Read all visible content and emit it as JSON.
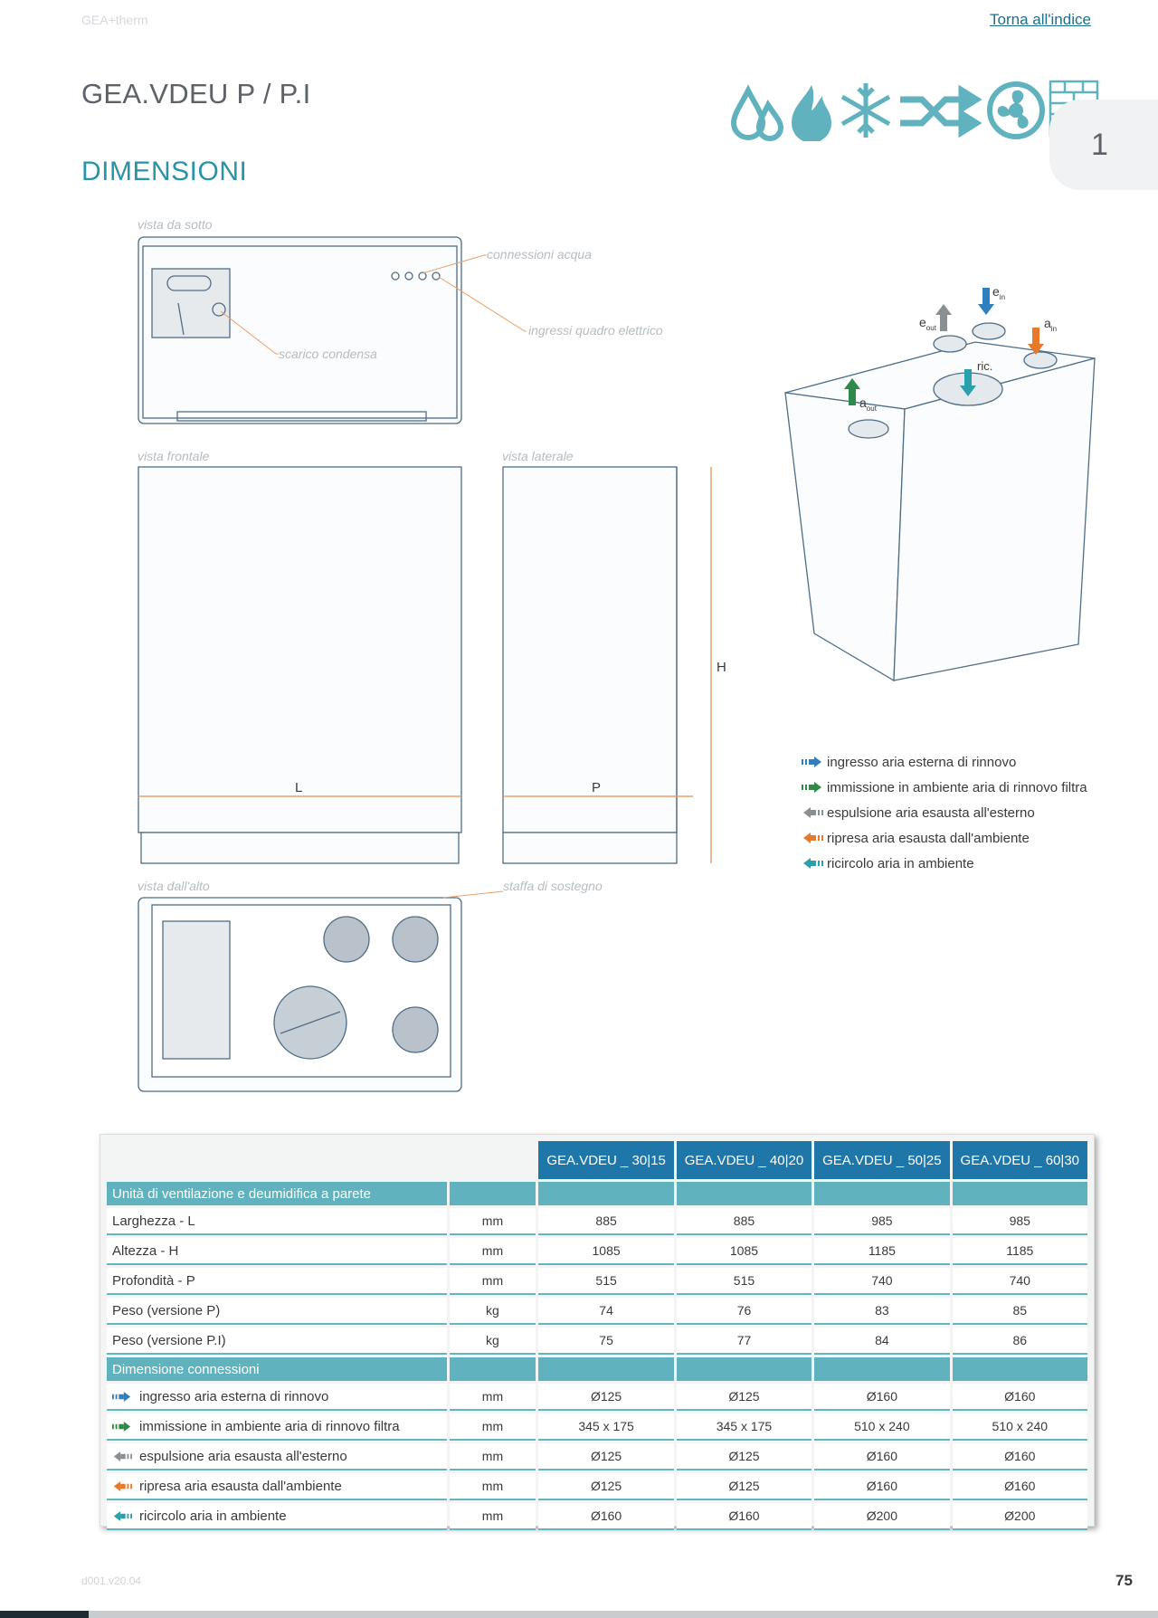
{
  "header": {
    "brand": "GEA+therm",
    "index_link": "Torna all'indice",
    "model_title": "GEA.VDEU P / P.I",
    "section_title": "DIMENSIONI",
    "chapter_number": "1"
  },
  "icons": [
    "water-drops-icon",
    "flame-icon",
    "snowflake-icon",
    "shuffle-arrows-icon",
    "fan-icon",
    "brick-wall-icon"
  ],
  "drawings": {
    "captions": {
      "bottom_view": "vista da sotto",
      "front_view": "vista frontale",
      "side_view": "vista laterale",
      "top_view": "vista dall'alto"
    },
    "callouts": {
      "water_connections": "connessioni acqua",
      "electrical_inputs": "ingressi quadro elettrico",
      "condensate_drain": "scarico condensa",
      "support_bracket": "staffa di sostegno"
    },
    "dimension_labels": {
      "width": "L",
      "depth": "P",
      "height": "H"
    },
    "iso_labels": {
      "e_out": "e",
      "e_out_sub": "out",
      "e_in": "e",
      "e_in_sub": "in",
      "a_in": "a",
      "a_in_sub": "in",
      "ric": "ric.",
      "a_out": "a",
      "a_out_sub": "out"
    }
  },
  "legend": [
    {
      "label": "ingresso aria esterna di rinnovo",
      "color": "#2d7fc0",
      "dir": "right"
    },
    {
      "label": "immissione in ambiente aria di rinnovo filtra",
      "color": "#2f8a4a",
      "dir": "right"
    },
    {
      "label": "espulsione aria esausta all'esterno",
      "color": "#8a8f93",
      "dir": "left"
    },
    {
      "label": "ripresa aria esausta dall'ambiente",
      "color": "#e8782a",
      "dir": "left"
    },
    {
      "label": "ricircolo aria in ambiente",
      "color": "#2aa0ad",
      "dir": "left"
    }
  ],
  "table": {
    "columns": [
      "GEA.VDEU _ 30|15",
      "GEA.VDEU _ 40|20",
      "GEA.VDEU _ 50|25",
      "GEA.VDEU _ 60|30"
    ],
    "section1": "Unità di ventilazione e deumidifica a parete",
    "rows1": [
      {
        "label": "Larghezza - L",
        "unit": "mm",
        "values": [
          "885",
          "885",
          "985",
          "985"
        ]
      },
      {
        "label": "Altezza - H",
        "unit": "mm",
        "values": [
          "1085",
          "1085",
          "1185",
          "1185"
        ]
      },
      {
        "label": "Profondità - P",
        "unit": "mm",
        "values": [
          "515",
          "515",
          "740",
          "740"
        ]
      },
      {
        "label": "Peso (versione P)",
        "unit": "kg",
        "values": [
          "74",
          "76",
          "83",
          "85"
        ]
      },
      {
        "label": "Peso (versione P.I)",
        "unit": "kg",
        "values": [
          "75",
          "77",
          "84",
          "86"
        ]
      }
    ],
    "section2": "Dimensione connessioni",
    "rows2": [
      {
        "label": "ingresso aria esterna di rinnovo",
        "unit": "mm",
        "values": [
          "Ø125",
          "Ø125",
          "Ø160",
          "Ø160"
        ]
      },
      {
        "label": "immissione in ambiente aria di rinnovo filtra",
        "unit": "mm",
        "values": [
          "345 x 175",
          "345 x 175",
          "510 x 240",
          "510 x 240"
        ]
      },
      {
        "label": "espulsione aria esausta all'esterno",
        "unit": "mm",
        "values": [
          "Ø125",
          "Ø125",
          "Ø160",
          "Ø160"
        ]
      },
      {
        "label": "ripresa aria esausta dall'ambiente",
        "unit": "mm",
        "values": [
          "Ø125",
          "Ø125",
          "Ø160",
          "Ø160"
        ]
      },
      {
        "label": "ricircolo aria in ambiente",
        "unit": "mm",
        "values": [
          "Ø160",
          "Ø160",
          "Ø200",
          "Ø200"
        ]
      }
    ]
  },
  "footer": {
    "code": "d001.v20.04",
    "page_number": "75"
  }
}
